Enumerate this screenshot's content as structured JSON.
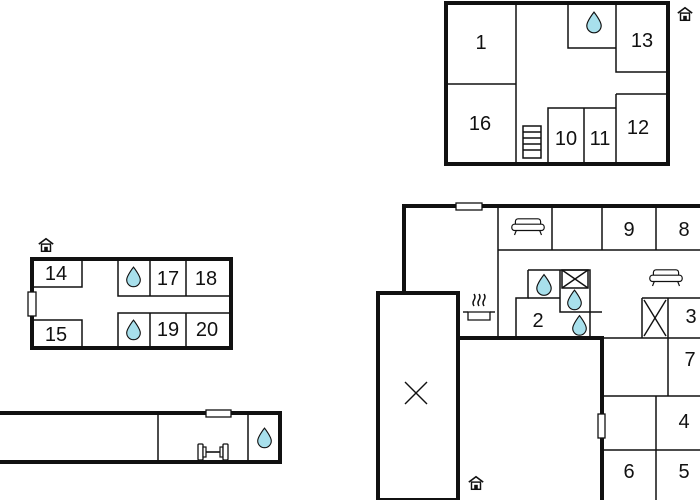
{
  "plan": {
    "colors": {
      "wall": "#111111",
      "water": "#a8e0ec",
      "background": "#ffffff"
    },
    "blocks": [
      {
        "name": "building-top-right",
        "rooms": [
          "1",
          "13",
          "16",
          "10",
          "11",
          "12"
        ]
      },
      {
        "name": "building-mid-left",
        "rooms": [
          "14",
          "17",
          "18",
          "15",
          "19",
          "20"
        ]
      },
      {
        "name": "building-bottom-right",
        "rooms": [
          "9",
          "8",
          "2",
          "3",
          "7",
          "4",
          "6",
          "5"
        ]
      },
      {
        "name": "building-bottom-left",
        "rooms": []
      }
    ],
    "labels": {
      "r1": "1",
      "r2": "2",
      "r3": "3",
      "r4": "4",
      "r5": "5",
      "r6": "6",
      "r7": "7",
      "r8": "8",
      "r9": "9",
      "r10": "10",
      "r11": "11",
      "r12": "12",
      "r13": "13",
      "r14": "14",
      "r15": "15",
      "r16": "16",
      "r17": "17",
      "r18": "18",
      "r19": "19",
      "r20": "20"
    },
    "icons": [
      "water-drop-icon",
      "stairs-icon",
      "sofa-icon",
      "cooking-pot-icon",
      "cross-icon",
      "dumbbell-icon",
      "house-entrance-icon",
      "window-icon"
    ]
  }
}
